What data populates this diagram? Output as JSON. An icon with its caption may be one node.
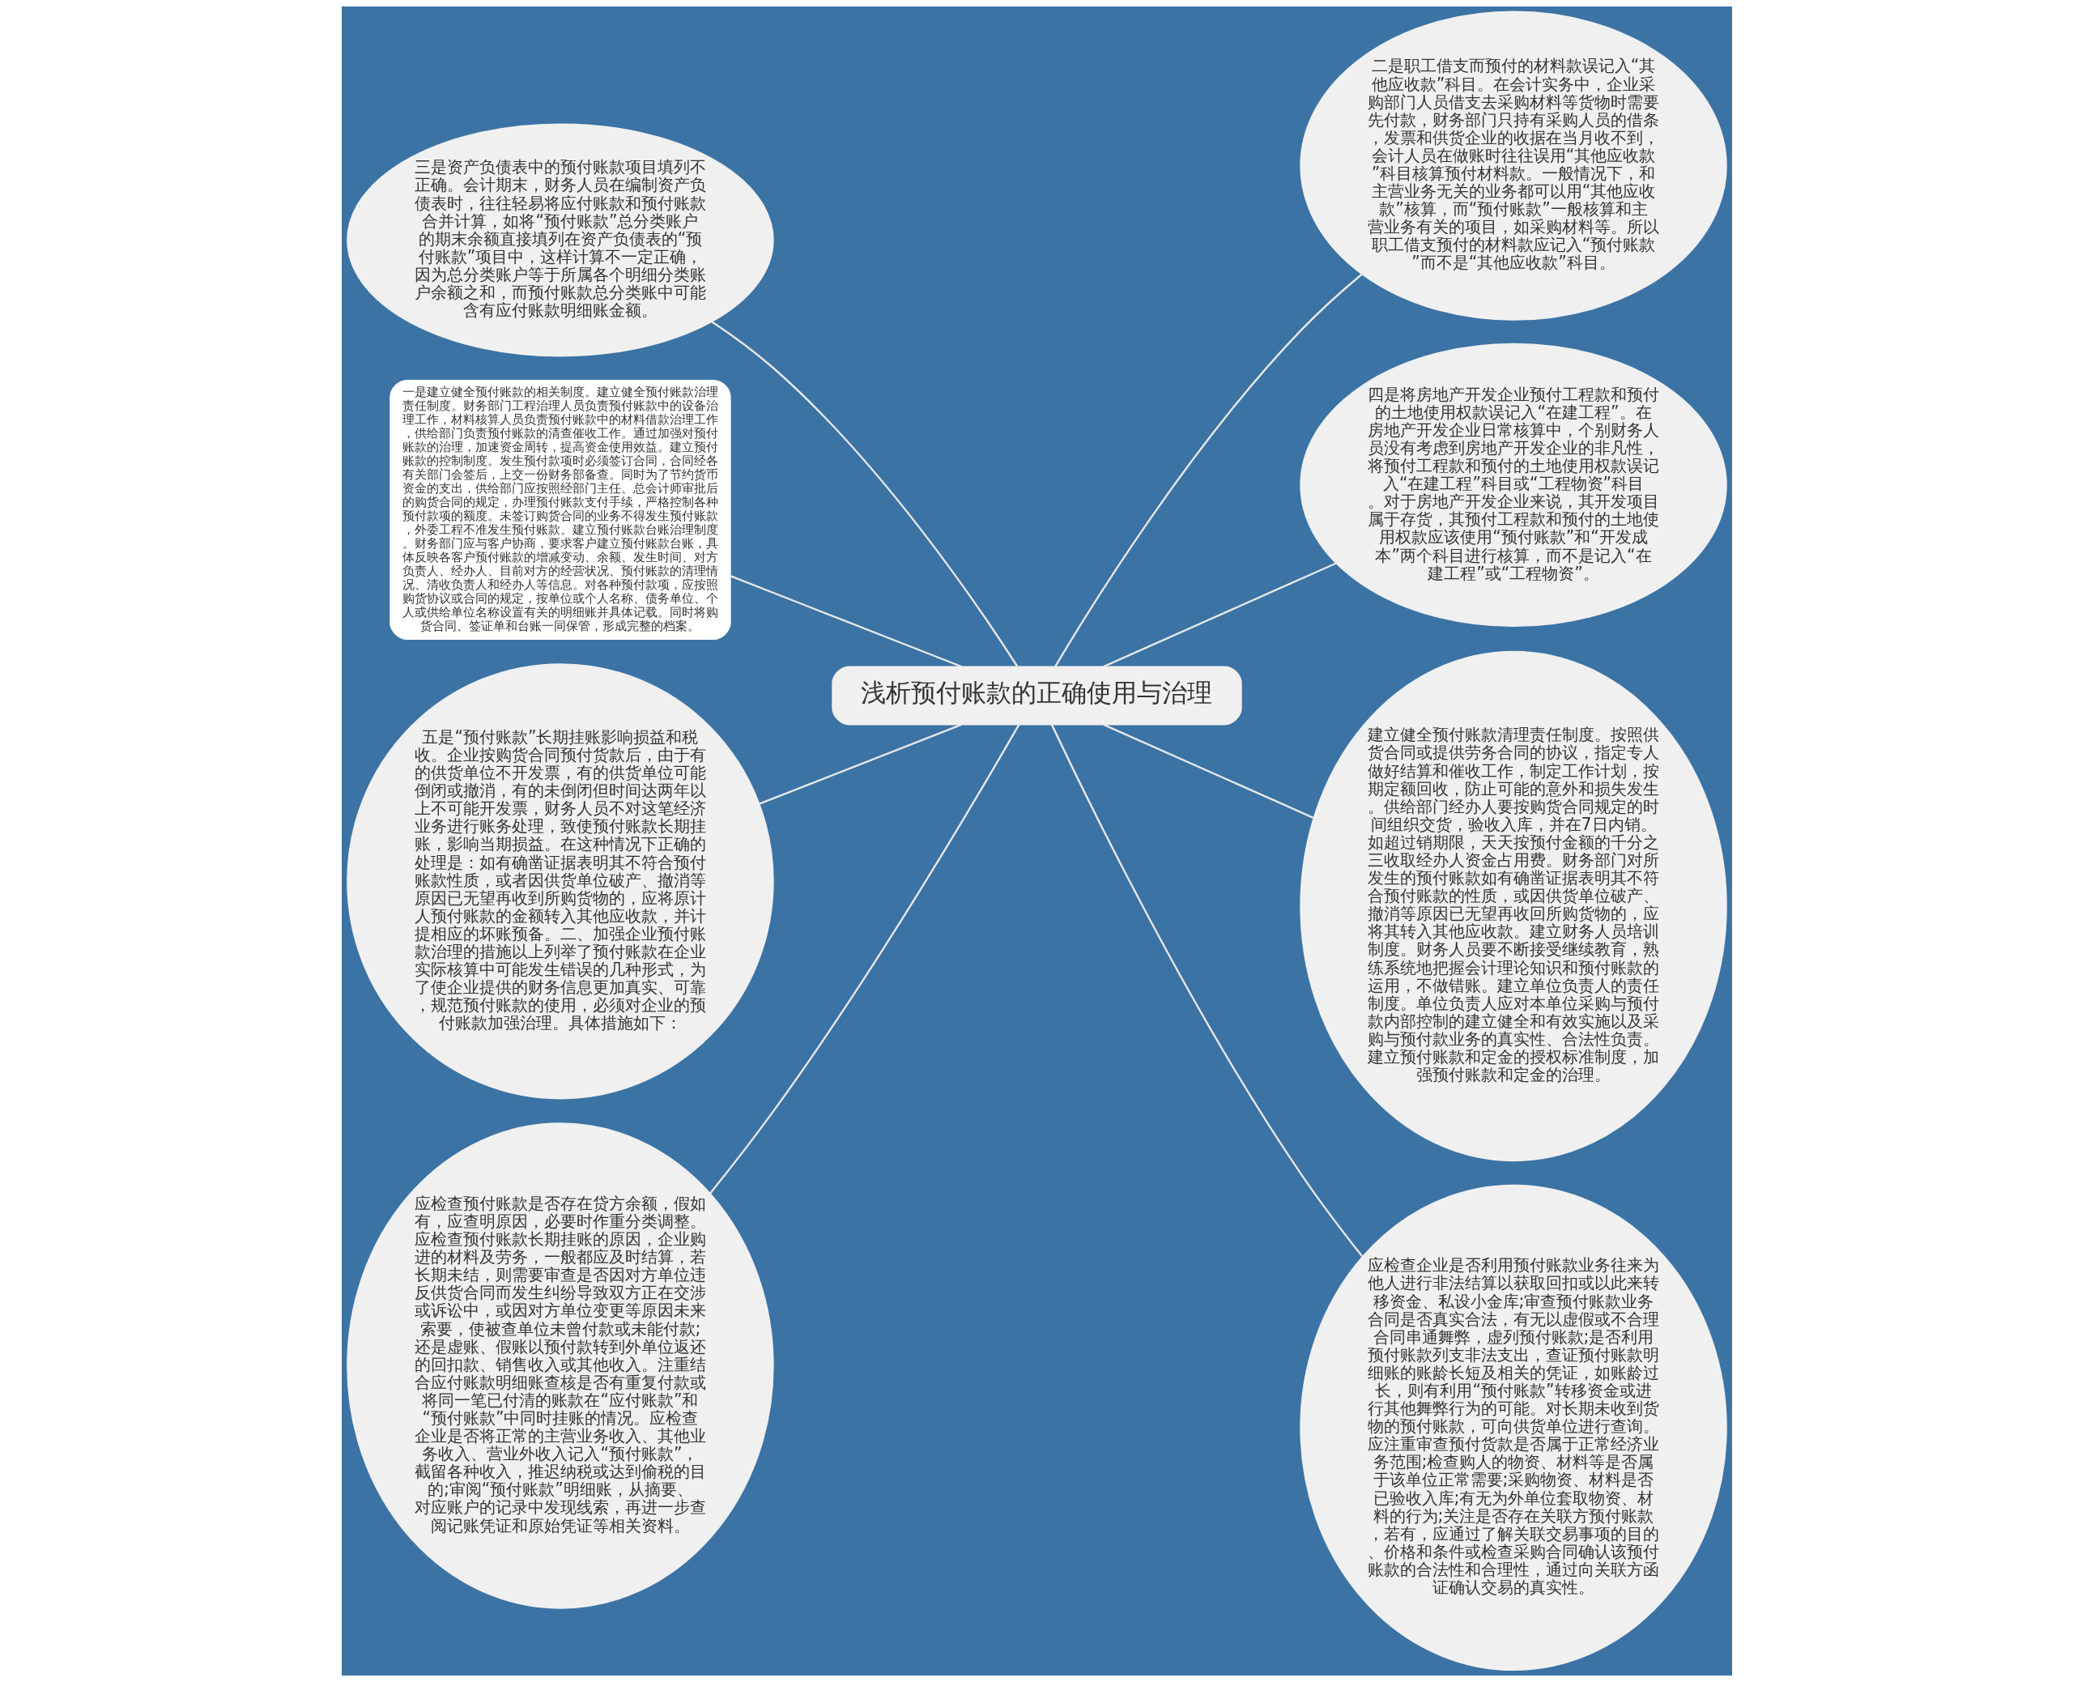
{
  "diagram": {
    "nodes": [
      {
        "text": [
          "浅析预付账款的正确使用与治理"
        ]
      },
      {
        "text": [
          "三是资产负债表中的预付账款项目填列不正确。会计期末，财务人员在编制资产负债表时，往往轻易将应付账款和预付账款合并计算，如将“预付账款”总分类账户的期末余额直接填列在资产负债表的“预付账款”项目中，这样计算不一定正确，因为总分类账户等于所属各个明细分类账户余额之和，而预付账款总分类账中可能含有应付账款明细账金额。"
        ]
      },
      {
        "text": [
          "一是建立健全预付账款的相关制度。建立健全预付账款治理责任制度。财务部门工程治理人员负责预付账款中的设备治理工作，材料核算人员负责预付账款中的材料借款治理工作，供给部门负责预付账款的清查催收工作。通过加强对预付账款的治理，加速资金周转，提高资金使用效益。建立预付账款的控制制度。发生预付款项时必须签订合同，合同经各有关部门会签后，上交一份财务部备查。同时为了节约货币资金的支出，供给部门应按照经部门主任、总会计师审批后的购货合同的规定，办理预付账款支付手续，严格控制各种预付款项的额度。未签订购货合同的业务不得发生预付账款，外委工程不准发生预付账款。建立预付账款台账治理制度。财务部门应与客户协商，要求客户建立预付账款台账，具体反映各客户预付账款的增减变动、余额、发生时间、对方负责人、经办人、目前对方的经营状况、预付账款的清理情况、清收负责人和经办人等信息。对各种预付款项，应按照购货协议或合同的规定，按单位或个人名称、债务单位、个人或供给单位名称设置有关的明细账并具体记载。同时将购货合同、签证单和台账一同保管，形成完整的档案。"
        ]
      },
      {
        "text": [
          "五是“预付账款”长期挂账影响损益和税收。企业按购货合同预付货款后，由于有的供货单位不开发票，有的供货单位可能倒闭或撤消，有的未倒闭但时间达两年以上不可能开发票，财务人员不对这笔经济业务进行账务处理，致使预付账款长期挂账，影响当期损益。在这种情况下正确的处理是：如有确凿证据表明其不符合预付账款性质，或者因供货单位破产、撤消等原因已无望再收到所购货物的，应将原计人预付账款的金额转入其他应收款，并计提相应的坏账预备。二、加强企业预付账款治理的措施以上列举了预付账款在企业实际核算中可能发生错误的几种形式，为了使企业提供的财务信息更加真实、可靠，规范预付账款的使用，必须对企业的预付账款加强治理。具体措施如下："
        ]
      },
      {
        "text": [
          "应检查预付账款是否存在贷方余额，假如有，应查明原因，必要时作重分类调整。应检查预付账款长期挂账的原因，企业购进的材料及劳务，一般都应及时结算，若长期未结，则需要审查是否因对方单位违反供货合同而发生纠纷导致双方正在交涉或诉讼中，或因对方单位变更等原因未来索要，使被查单位未曾付款或未能付款;还是虚账、假账以预付款转到外单位返还的回扣款、销售收入或其他收入。注重结合应付账款明细账查核是否有重复付款或将同一笔已付清的账款在“应付账款”和“预付账款”中同时挂账的情况。应检查企业是否将正常的主营业务收入、其他业务收入、营业外收入记入“预付账款”，截留各种收入，推迟纳税或达到偷税的目的;审阅“预付账款”明细账，从摘要、对应账户的记录中发现线索，再进一步查阅记账凭证和原始凭证等相关资料。"
        ]
      },
      {
        "text": [
          "二是职工借支而预付的材料款误记入“其他应收款”科目。在会计实务中，企业采购部门人员借支去采购材料等货物时需要先付款，财务部门只持有采购人员的借条，发票和供货企业的收据在当月收不到，会计人员在做账时往往误用“其他应收款”科目核算预付材料款。一般情况下，和主营业务无关的业务都可以用“其他应收款”核算，而“预付账款”一般核算和主营业务有关的项目，如采购材料等。所以职工借支预付的材料款应记入“预付账款”而不是“其他应收款”科目。"
        ]
      },
      {
        "text": [
          "四是将房地产开发企业预付工程款和预付的土地使用权款误记入“在建工程”。在房地产开发企业日常核算中，个别财务人员没有考虑到房地产开发企业的非凡性，将预付工程款和预付的土地使用权款误记入“在建工程”科目或“工程物资”科目。对于房地产开发企业来说，其开发项目属于存货，其预付工程款和预付的土地使用权款应该使用“预付账款”和“开发成本”两个科目进行核算，而不是记入“在建工程”或“工程物资”。"
        ]
      },
      {
        "text": [
          "建立健全预付账款清理责任制度。按照供货合同或提供劳务合同的协议，指定专人做好结算和催收工作，制定工作计划，按期定额回收，防止可能的意外和损失发生。供给部门经办人要按购货合同规定的时间组织交货，验收入库，并在7日内销。如超过销期限，天天按预付金额的千分之三收取经办人资金占用费。财务部门对所发生的预付账款如有确凿证据表明其不符合预付账款的性质，或因供货单位破产、撤消等原因已无望再收回所购货物的，应将其转入其他应收款。建立财务人员培训制度。财务人员要不断接受继续教育，熟练系统地把握会计理论知识和预付账款的运用，不做错账。建立单位负责人的责任制度。单位负责人应对本单位采购与预付款内部控制的建立健全和有效实施以及采购与预付款业务的真实性、合法性负责。建立预付账款和定金的授权标准制度，加强预付账款和定金的治理。"
        ]
      },
      {
        "text": [
          "应检查企业是否利用预付账款业务往来为他人进行非法结算以获取回扣或以此来转移资金、私设小金库;审查预付账款业务合同是否真实合法，有无以虚假或不合理合同串通舞弊，虚列预付账款;是否利用预付账款列支非法支出，查证预付账款明细账的账龄长短及相关的凭证，如账龄过长，则有利用“预付账款”转移资金或进行其他舞弊行为的可能。对长期未收到货物的预付账款，可向供货单位进行查询。应注重审查预付货款是否属于正常经济业务范围;检查购人的物资、材料等是否属于该单位正常需要;采购物资、材料是否已验收入库;有无为外单位套取物资、材料的行为;关注是否存在关联方预付账款，若有，应通过了解关联交易事项的目的、价格和条件或检查采购合同确认该预付账款的合法性和合理性，通过向关联方函证确认交易的真实性。"
        ]
      }
    ],
    "edges": [
      {
        "from": 0,
        "to": 1,
        "arrow": "none"
      },
      {
        "from": 0,
        "to": 2,
        "arrow": "none"
      },
      {
        "from": 0,
        "to": 3,
        "arrow": "none"
      },
      {
        "from": 0,
        "to": 4,
        "arrow": "none"
      },
      {
        "from": 0,
        "to": 5,
        "arrow": "none"
      },
      {
        "from": 0,
        "to": 6,
        "arrow": "none"
      },
      {
        "from": 0,
        "to": 7,
        "arrow": "none"
      },
      {
        "from": 0,
        "to": 8,
        "arrow": "none"
      }
    ]
  }
}
